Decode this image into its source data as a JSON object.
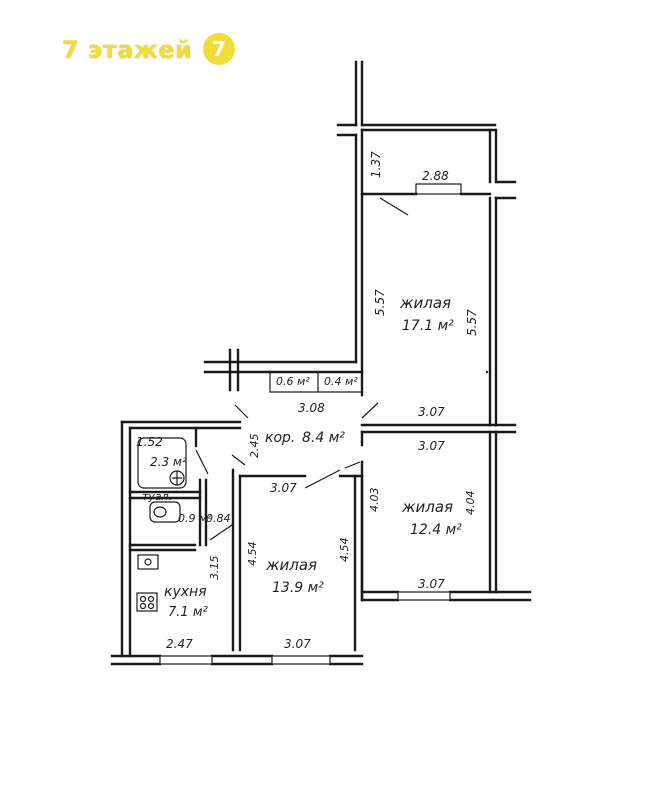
{
  "logo": {
    "text": "7 этажей",
    "badge": "7",
    "color": "#f2dc3c"
  },
  "rooms": [
    {
      "id": "living_top",
      "name": "жилая",
      "area": "17.1 м²"
    },
    {
      "id": "living_right",
      "name": "жилая",
      "area": "12.4 м²"
    },
    {
      "id": "living_center",
      "name": "жилая",
      "area": "13.9 м²"
    },
    {
      "id": "kitchen",
      "name": "кухня",
      "area": "7.1 м²"
    },
    {
      "id": "corridor",
      "name": "кор.",
      "area": "8.4 м²"
    },
    {
      "id": "bath",
      "name": "",
      "area": "2.3 м²"
    },
    {
      "id": "toilet",
      "name": "туал.",
      "area": "0.9 м²"
    },
    {
      "id": "closet1",
      "name": "",
      "area": "0.6 м²"
    },
    {
      "id": "closet2",
      "name": "",
      "area": "0.4 м²"
    }
  ],
  "dimensions": {
    "balcony_depth": "1.37",
    "balcony_width": "2.88",
    "top_room_left": "5.57",
    "top_room_right": "5.57",
    "closets_width": "3.08",
    "corridor_right_upper": "3.07",
    "corridor_right_lower": "3.07",
    "corridor_left": "2.45",
    "bath_size": "1.52",
    "toilet_width": "0.84",
    "right_room_left": "4.03",
    "right_room_right": "4.04",
    "right_room_bottom": "3.07",
    "center_room_top": "3.07",
    "center_room_left": "4.54",
    "center_room_right": "4.54",
    "center_room_bottom": "3.07",
    "kitchen_side": "3.15",
    "kitchen_bottom": "2.47"
  }
}
